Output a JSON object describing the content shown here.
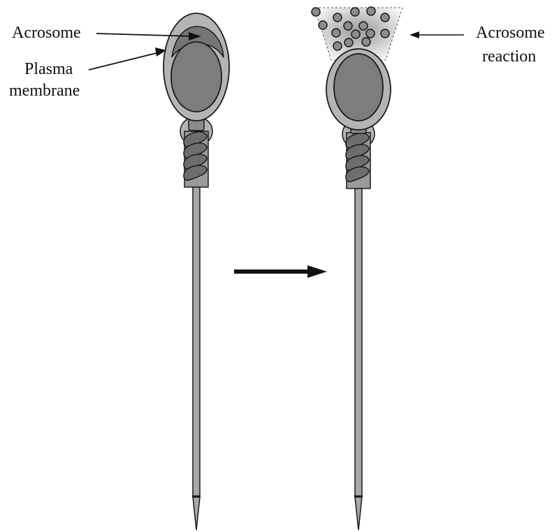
{
  "labels": {
    "acrosome": "Acrosome",
    "plasma_membrane_line1": "Plasma",
    "plasma_membrane_line2": "membrane",
    "acrosome_reaction_line1": "Acrosome",
    "acrosome_reaction_line2": "reaction"
  },
  "colors": {
    "outline": "#1a1a1a",
    "membrane_fill": "#b4b4b4",
    "acrosome_fill": "#767676",
    "nucleus_fill": "#7d7d7d",
    "midpiece_fill": "#9a9a9a",
    "vesicle_fill": "#8c8c8c",
    "tail_fill": "#a8a8a8"
  }
}
